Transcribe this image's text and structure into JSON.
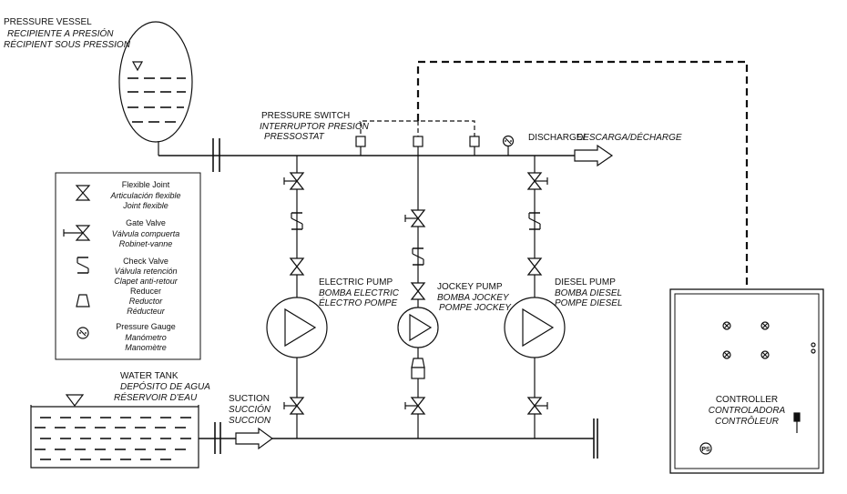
{
  "vessel": {
    "label_en": "PRESSURE VESSEL",
    "label_es": "RECIPIENTE A PRESIÓN",
    "label_fr": "RÉCIPIENT SOUS PRESSION"
  },
  "pressure_switch": {
    "label_en": "PRESSURE SWITCH",
    "label_es": "INTERRUPTOR PRESIÓN",
    "label_fr": "PRESSOSTAT"
  },
  "discharge": {
    "label_en": "DISCHARGE/",
    "label_rest": "DESCARGA/DÉCHARGE"
  },
  "electric_pump": {
    "label_en": "ELECTRIC PUMP",
    "label_es": "BOMBA  ELECTRIC",
    "label_fr": "ÉLECTRO  POMPE"
  },
  "jockey_pump": {
    "label_en": "JOCKEY PUMP",
    "label_es": "BOMBA JOCKEY",
    "label_fr": "POMPE JOCKEY"
  },
  "diesel_pump": {
    "label_en": "DIESEL PUMP",
    "label_es": "BOMBA DIESEL",
    "label_fr": "POMPE DIESEL"
  },
  "water_tank": {
    "label_en": "WATER TANK",
    "label_es": "DEPÓSITO DE AGUA",
    "label_fr": "RÉSERVOIR D'EAU"
  },
  "suction": {
    "label_en": "SUCTION",
    "label_es": "SUCCIÓN",
    "label_fr": "SUCCION"
  },
  "controller": {
    "label_en": "CONTROLLER",
    "label_es": "CONTROLADORA",
    "label_fr": "CONTRÔLEUR",
    "ps_badge": "PS"
  },
  "legend": {
    "items": [
      {
        "icon": "flexible-joint-icon",
        "en": "Flexible Joint",
        "es": "Articulación flexible",
        "fr": "Joint flexible"
      },
      {
        "icon": "gate-valve-icon",
        "en": "Gate Valve",
        "es": "Válvula compuerta",
        "fr": "Robinet-vanne"
      },
      {
        "icon": "check-valve-icon",
        "en": "Check Valve",
        "es": "Válvula retención",
        "fr": "Clapet anti-retour"
      },
      {
        "icon": "reducer-icon",
        "en": "Reducer",
        "es": "Reductor",
        "fr": "Réducteur"
      },
      {
        "icon": "pressure-gauge-icon",
        "en": "Pressure Gauge",
        "es": "Manómetro",
        "fr": "Manomètre"
      }
    ]
  }
}
